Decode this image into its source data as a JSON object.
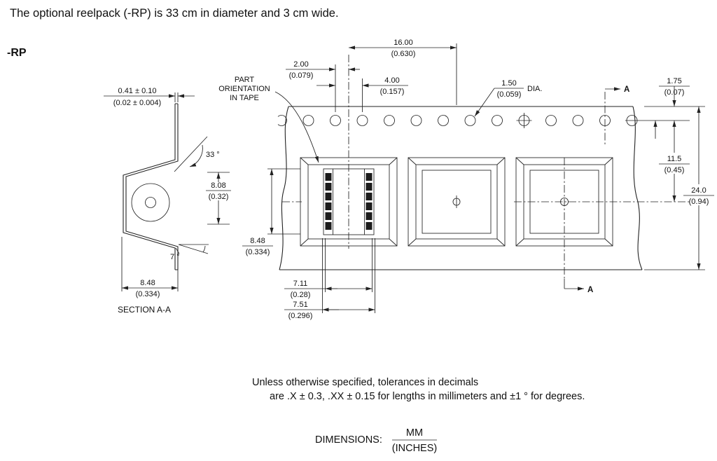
{
  "page": {
    "title": "The optional reelpack (-RP) is 33 cm in diameter and 3 cm wide.",
    "variant_label": "-RP"
  },
  "tape": {
    "orientation_note": {
      "line1": "PART",
      "line2": "ORIENTATION",
      "line3": "IN TAPE"
    },
    "section_marker": "A",
    "dims": {
      "hole_offset": {
        "mm": "2.00",
        "inch": "(0.079)"
      },
      "cavity_pitch": {
        "mm": "16.00",
        "inch": "(0.630)"
      },
      "hole_pitch": {
        "mm": "4.00",
        "inch": "(0.157)"
      },
      "hole_dia": {
        "mm": "1.50",
        "inch": "(0.059)",
        "suffix": "DIA."
      },
      "edge_to_hole": {
        "mm": "1.75",
        "inch": "(0.07)"
      },
      "hole_to_cavity_center": {
        "mm": "11.5",
        "inch": "(0.45)"
      },
      "tape_width": {
        "mm": "24.0",
        "inch": "(0.94)"
      },
      "cavity_length": {
        "mm": "8.48",
        "inch": "(0.334)"
      },
      "part_width": {
        "mm": "7.11",
        "inch": "(0.28)"
      },
      "pocket_width": {
        "mm": "7.51",
        "inch": "(0.296)"
      }
    }
  },
  "section_view": {
    "label": "SECTION A-A",
    "dims": {
      "tape_thickness": {
        "mm": "0.41 ± 0.10",
        "inch": "(0.02 ± 0.004)"
      },
      "top_wall_angle": "33 °",
      "pocket_depth": {
        "mm": "8.08",
        "inch": "(0.32)"
      },
      "bottom_wall_angle": "7 °",
      "pocket_width": {
        "mm": "8.48",
        "inch": "(0.334)"
      }
    }
  },
  "notes": {
    "line1": "Unless otherwise specified, tolerances in decimals",
    "line2": "are .X ± 0.3, .XX ± 0.15 for lengths in millimeters and ±1 ° for degrees."
  },
  "footer": {
    "dimensions_label": "DIMENSIONS:",
    "units_mm": "MM",
    "units_inch": "(INCHES)"
  }
}
